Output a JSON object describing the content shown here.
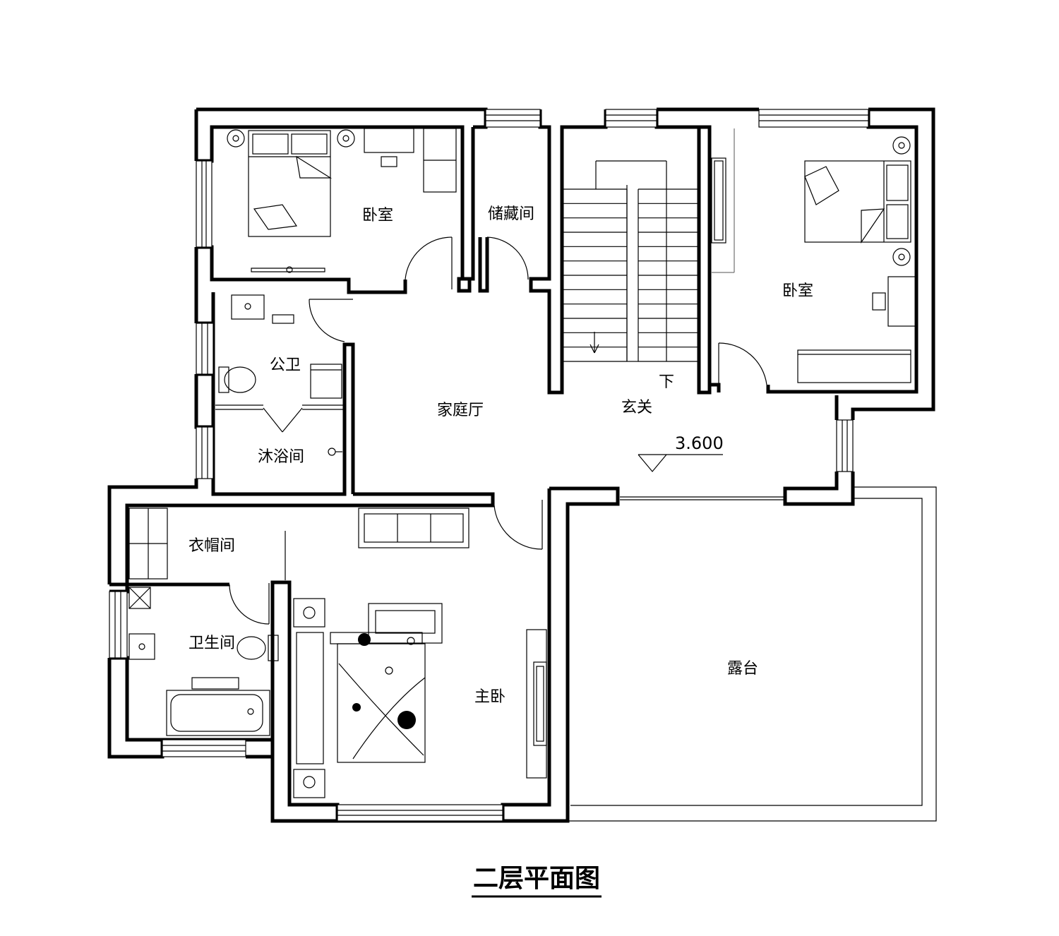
{
  "drawing_title": "二层平面图",
  "elevation_mark": "3.600",
  "stair_down_label": "下",
  "rooms": {
    "bedroom_nw": "卧室",
    "storage": "储藏间",
    "bedroom_ne": "卧室",
    "public_bath": "公卫",
    "shower": "沐浴间",
    "family_hall": "家庭厅",
    "foyer": "玄关",
    "cloakroom": "衣帽间",
    "master_bath": "卫生间",
    "master_bedroom": "主卧",
    "terrace": "露台"
  }
}
